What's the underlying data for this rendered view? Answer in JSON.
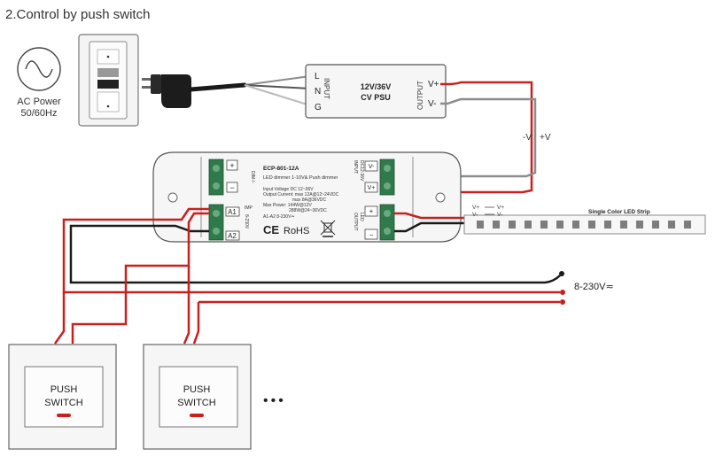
{
  "title": "2.Control by push switch",
  "ac_power": {
    "label_line1": "AC Power",
    "label_line2": "50/60Hz"
  },
  "psu": {
    "name_line1": "12V/36V",
    "name_line2": "CV PSU",
    "input_label": "INPUT",
    "output_label": "OUTPUT",
    "terminals_in": [
      "L",
      "N",
      "G"
    ],
    "terminals_out": [
      "V+",
      "V-"
    ]
  },
  "dc_wire_labels": {
    "neg": "-V",
    "pos": "+V"
  },
  "dimmer": {
    "model": "ECP-801-12A",
    "subtitle": "LED dimmer 1-10V& Push dimmer",
    "specs": [
      "Input Voltage DC 12~36V",
      "Output Current: max 12A@12~24VDC",
      "max 8A@36VDC",
      "Max Power: 144W@12V",
      "288W@24~36VDC"
    ],
    "a_range": "A1-A2 8-230V≃",
    "marks": [
      "CE",
      "RoHS"
    ],
    "left_top_terminals": [
      "+",
      "−"
    ],
    "left_top_side_label": "DIM-/-",
    "left_bottom_terminals": [
      "A1",
      "A2"
    ],
    "left_bottom_side_label": "8-230V",
    "imp_label": "IMP",
    "input_label": "INPUT",
    "input_range": "DC12-36V",
    "input_terminals": [
      "V-",
      "V+"
    ],
    "output_label": "OUTPUT",
    "output_sub": "LED",
    "output_terminals": [
      "+",
      "−"
    ]
  },
  "led_strip": {
    "label": "Single Color LED Strip",
    "polarity_row1": [
      "V+",
      "V+"
    ],
    "polarity_row2": [
      "V-",
      "V-"
    ]
  },
  "ac_line_label": "8-230V≂",
  "push_switches": [
    {
      "line1": "PUSH",
      "line2": "SWITCH"
    },
    {
      "line1": "PUSH",
      "line2": "SWITCH"
    }
  ],
  "ellipsis": "•••",
  "colors": {
    "wire_red": "#c8201e",
    "wire_black": "#1a1a1a",
    "wire_gray": "#8c8c8c",
    "terminal_green": "#2f7a4a",
    "outline": "#555555"
  },
  "icons": [
    "sine-wave-icon",
    "power-outlet-icon",
    "plug-icon",
    "weee-bin-icon"
  ]
}
